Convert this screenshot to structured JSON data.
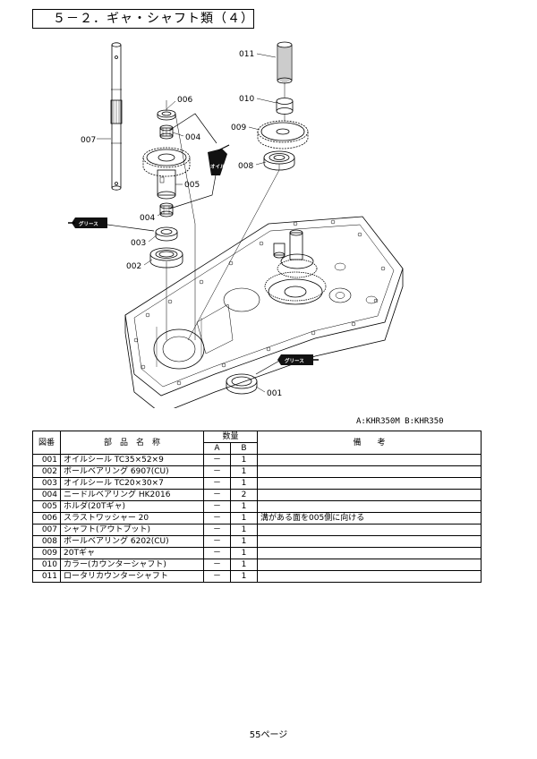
{
  "title": "５－２．ギャ・シャフト類（４）",
  "model_note": "A:KHR350M  B:KHR350",
  "page_number": "55ページ",
  "callouts": {
    "oil_tag": "オイル",
    "grease_tag_left": "グリース",
    "grease_tag_right": "グリース"
  },
  "diagram_labels": {
    "l001": "001",
    "l002": "002",
    "l003": "003",
    "l004a": "004",
    "l004b": "004",
    "l005": "005",
    "l006": "006",
    "l007": "007",
    "l008": "008",
    "l009": "009",
    "l010": "010",
    "l011": "011"
  },
  "table": {
    "headers": {
      "fig_no": "図番",
      "part_name": "部　品　名　称",
      "quantity": "数量",
      "col_a": "A",
      "col_b": "B",
      "remarks": "備　　考"
    },
    "rows": [
      {
        "code": "001",
        "name": "オイルシール TC35×52×9",
        "a": "－",
        "b": "1",
        "note": ""
      },
      {
        "code": "002",
        "name": "ボールベアリング 6907(CU)",
        "a": "－",
        "b": "1",
        "note": ""
      },
      {
        "code": "003",
        "name": "オイルシール TC20×30×7",
        "a": "－",
        "b": "1",
        "note": ""
      },
      {
        "code": "004",
        "name": "ニードルベアリング HK2016",
        "a": "－",
        "b": "2",
        "note": ""
      },
      {
        "code": "005",
        "name": "ホルダ(20Tギャ)",
        "a": "－",
        "b": "1",
        "note": ""
      },
      {
        "code": "006",
        "name": "スラストワッシャー 20",
        "a": "－",
        "b": "1",
        "note": "溝がある面を005側に向ける"
      },
      {
        "code": "007",
        "name": "シャフト(アウトプット)",
        "a": "－",
        "b": "1",
        "note": ""
      },
      {
        "code": "008",
        "name": "ボールベアリング 6202(CU)",
        "a": "－",
        "b": "1",
        "note": ""
      },
      {
        "code": "009",
        "name": "20Tギャ",
        "a": "－",
        "b": "1",
        "note": ""
      },
      {
        "code": "010",
        "name": "カラー(カウンターシャフト)",
        "a": "－",
        "b": "1",
        "note": ""
      },
      {
        "code": "011",
        "name": "ロータリカウンターシャフト",
        "a": "－",
        "b": "1",
        "note": ""
      }
    ]
  }
}
